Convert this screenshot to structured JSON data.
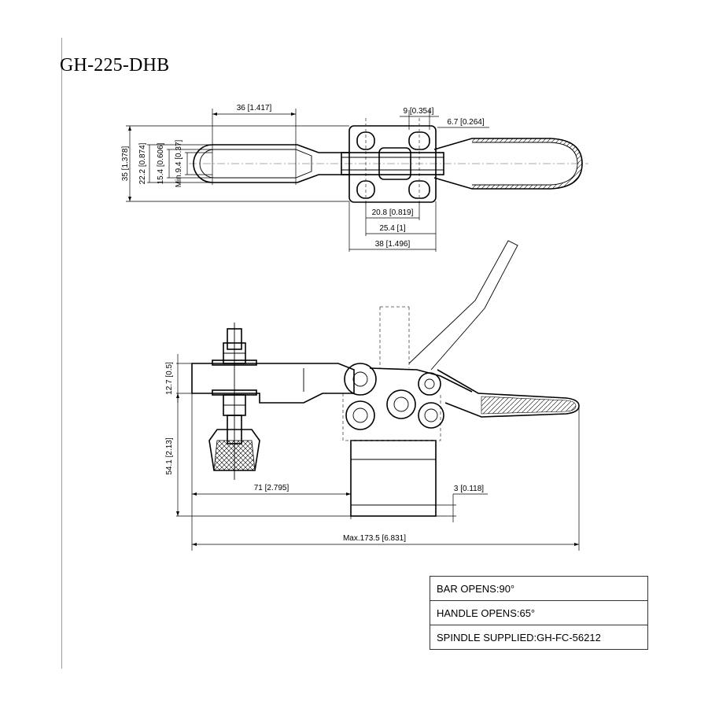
{
  "title": "GH-225-DHB",
  "dimensions": {
    "top_view": {
      "d36": "36 [1.417]",
      "d9": "9 [0.354]",
      "d6_7": "6.7 [0.264]",
      "d35": "35 [1.378]",
      "d22_2": "22.2 [0.874]",
      "d15_4": "15.4 [0.606]",
      "dmin9_4": "Min.9.4 [0.37]",
      "d20_8": "20.8 [0.819]",
      "d25_4": "25.4 [1]",
      "d38": "38 [1.496]"
    },
    "side_view": {
      "d12_7": "12.7 [0.5]",
      "d54_1": "54.1 [2.13]",
      "d71": "71 [2.795]",
      "d3": "3 [0.118]",
      "dmax": "Max.173.5 [6.831]"
    }
  },
  "specs": [
    "BAR OPENS:90°",
    "HANDLE OPENS:65°",
    "SPINDLE SUPPLIED:GH-FC-56212"
  ]
}
